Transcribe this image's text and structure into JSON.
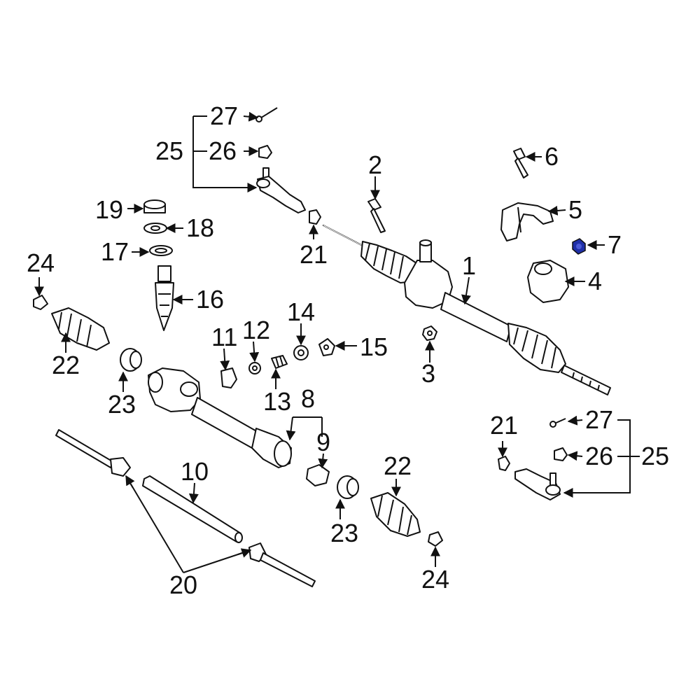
{
  "diagram": {
    "labels": {
      "p1": "1",
      "p2": "2",
      "p3": "3",
      "p4": "4",
      "p5": "5",
      "p6": "6",
      "p7": "7",
      "p8": "8",
      "p9": "9",
      "p10": "10",
      "p11": "11",
      "p12": "12",
      "p13": "13",
      "p14": "14",
      "p15": "15",
      "p16": "16",
      "p17": "17",
      "p18": "18",
      "p19": "19",
      "p20": "20",
      "p21a": "21",
      "p21b": "21",
      "p22a": "22",
      "p22b": "22",
      "p23a": "23",
      "p23b": "23",
      "p24a": "24",
      "p24b": "24",
      "p25a": "25",
      "p25b": "25",
      "p26a": "26",
      "p26b": "26",
      "p27a": "27",
      "p27b": "27"
    },
    "highlight": {
      "part": "7",
      "color": "#1f2fa8"
    }
  }
}
